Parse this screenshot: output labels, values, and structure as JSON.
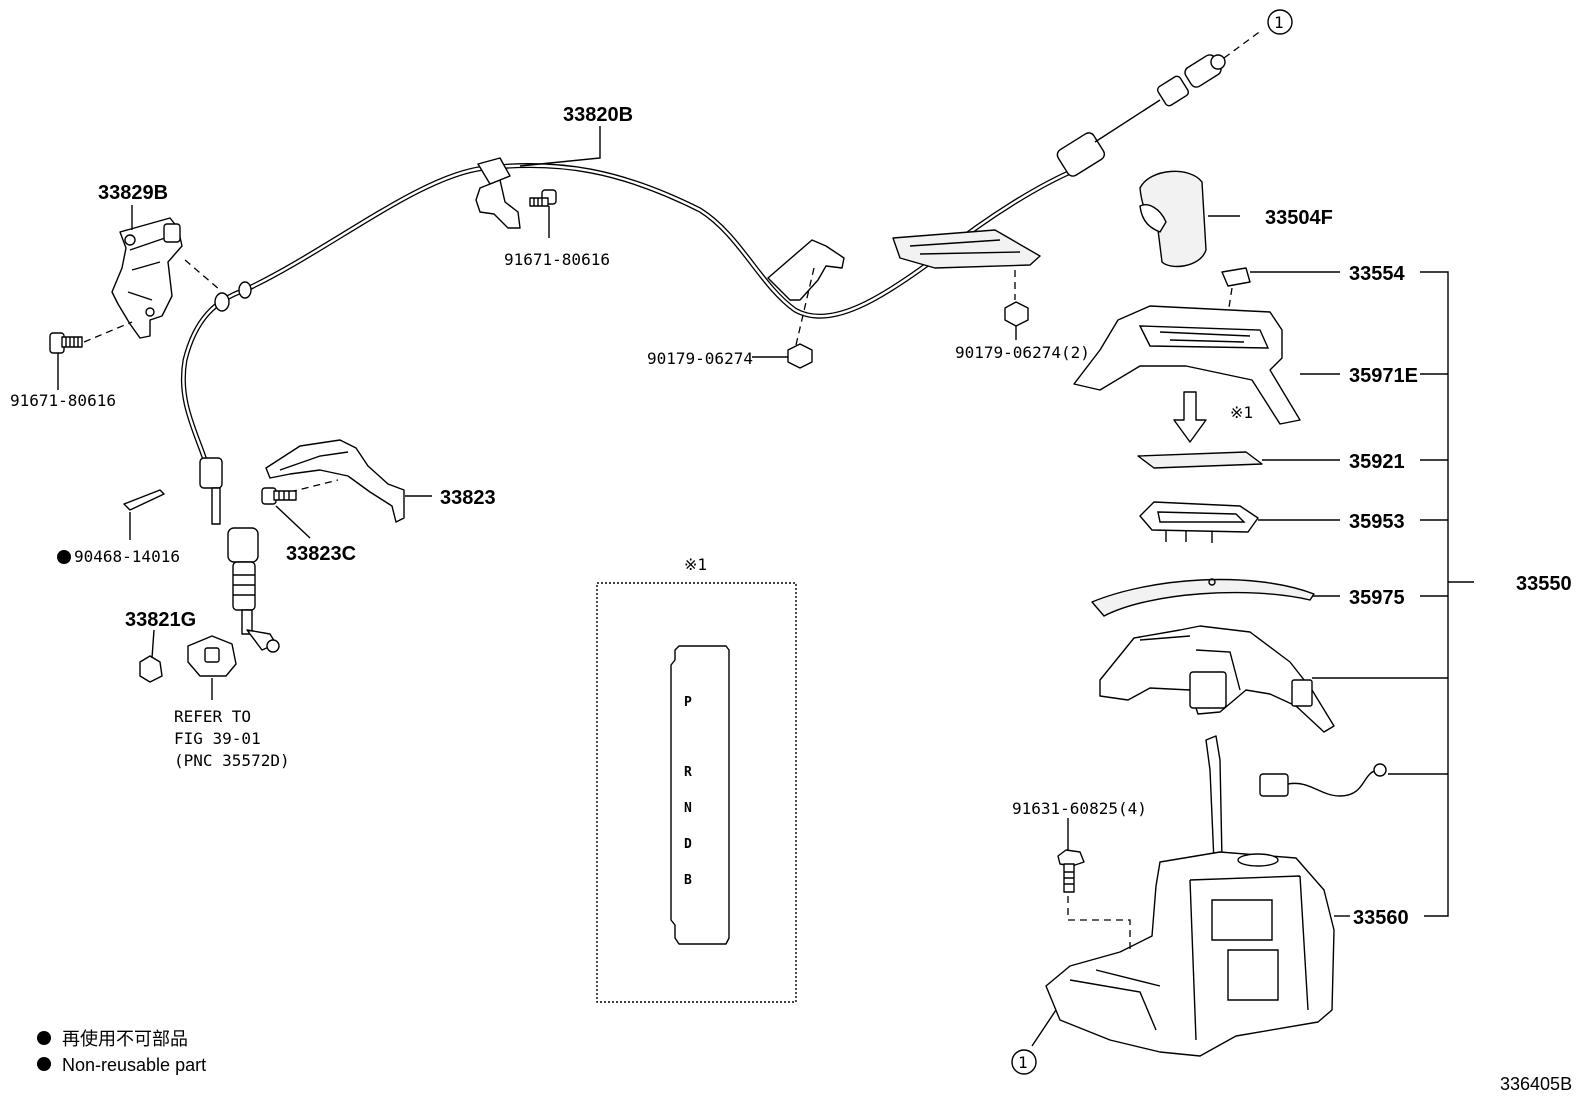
{
  "labels": {
    "cable_assy": "33820B",
    "bracket": "33829B",
    "bolt_left": "91671-80616",
    "bolt_top": "91671-80616",
    "nut_mid": "90179-06274",
    "nut_right": "90179-06274(2)",
    "knob": "33504F",
    "clip_33554": "33554",
    "housing_35971e": "35971E",
    "plate_35921": "35921",
    "indicator_35953": "35953",
    "slide_35975": "35975",
    "assy_33550": "33550",
    "bolt_bottom": "91631-60825(4)",
    "shifter_33560": "33560",
    "retainer_33823": "33823",
    "bolt_33823c": "33823C",
    "clip_90468": "90468-14016",
    "bushing_33821g": "33821G",
    "refer_line1": "REFER TO",
    "refer_line2": "FIG 39-01",
    "refer_line3": "(PNC 35572D)",
    "ref_mark_top": "①",
    "ref_mark_bottom": "①",
    "note_marker": "※1",
    "note_marker_box": "※1",
    "figure_code": "336405B"
  },
  "gear_positions": [
    "P",
    "R",
    "N",
    "D",
    "B"
  ],
  "legend": {
    "line1": "再使用不可部品",
    "line2": "Non-reusable part"
  }
}
